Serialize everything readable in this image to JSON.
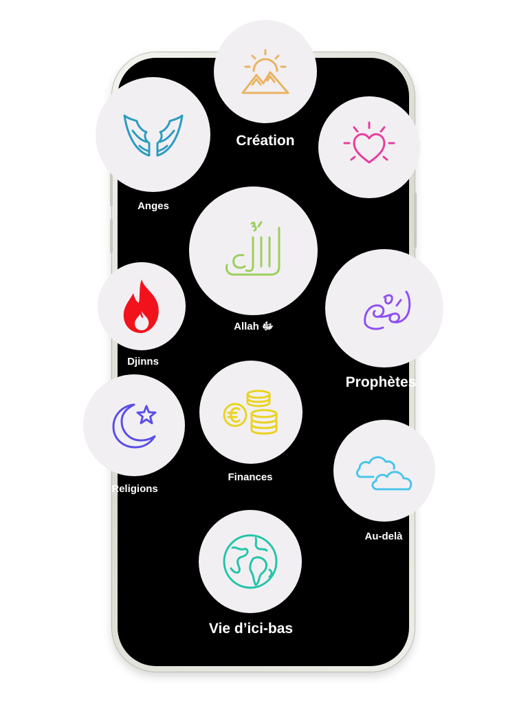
{
  "categories": {
    "creation": {
      "label": "Création"
    },
    "anges": {
      "label": "Anges"
    },
    "love": {
      "label": ""
    },
    "allah": {
      "label": "Allah ﷻ"
    },
    "djinns": {
      "label": "Djinns"
    },
    "prophetes": {
      "label": "Prophètes"
    },
    "religions": {
      "label": "Religions"
    },
    "finances": {
      "label": "Finances"
    },
    "audela": {
      "label": "Au-delà"
    },
    "vie": {
      "label": "Vie d’ici-bas"
    }
  },
  "icons": {
    "creation": "sun-mountain-icon",
    "anges": "angel-wings-icon",
    "love": "heart-icon",
    "allah": "allah-calligraphy-icon",
    "djinns": "flame-icon",
    "prophetes": "muhammad-calligraphy-icon",
    "religions": "crescent-star-icon",
    "finances": "euro-coins-icon",
    "audela": "clouds-icon",
    "vie": "globe-icon"
  },
  "colors": {
    "screen": "#000000",
    "bubble": "#f2eff3",
    "creation": "#e8b35f",
    "anges": "#2a9cc0",
    "love": "#e83d9e",
    "allah": "#9ccf5c",
    "djinns": "#f2121b",
    "prophetes": "#8e4ff2",
    "religions": "#5a4ee8",
    "finances": "#e9d320",
    "audela": "#49c6ea",
    "vie": "#22c5a8"
  }
}
